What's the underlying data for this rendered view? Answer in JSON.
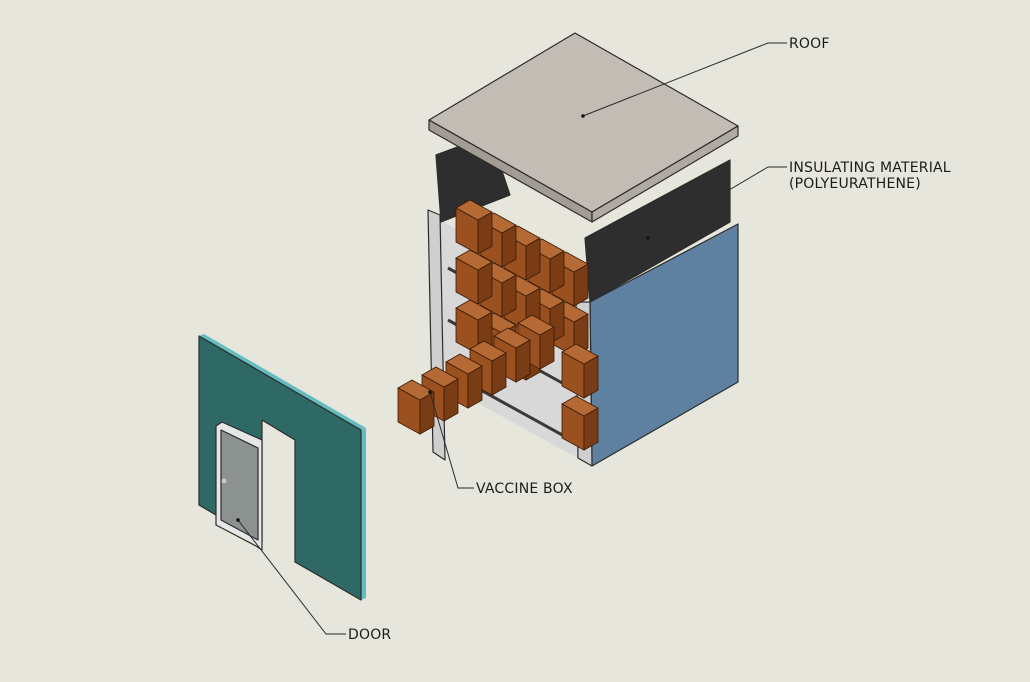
{
  "labels": {
    "roof": "ROOF",
    "insulation_line1": "INSULATING MATERIAL",
    "insulation_line2": "(POLYEURATHENE)",
    "vaccine_box": "VACCINE BOX",
    "door": "DOOR"
  },
  "colors": {
    "background": "#e7e6dc",
    "roof_top": "#c3bcb5",
    "roof_edge": "#a39c94",
    "insulation": "#2e2e2e",
    "wall_blue": "#5f81a1",
    "wall_light": "#cfcfcf",
    "box_face": "#9a501f",
    "box_side": "#7a3c14",
    "box_top": "#b56a35",
    "door_wall": "#2e6966",
    "door_wall_edge": "#63bcc0",
    "door_glass": "#8b9290"
  }
}
